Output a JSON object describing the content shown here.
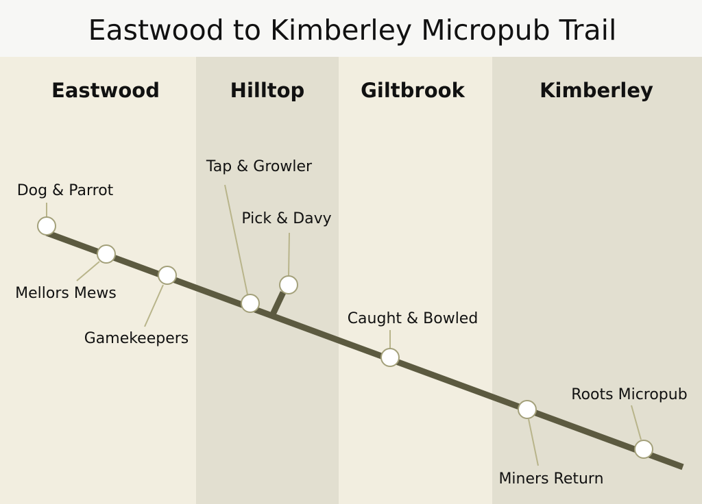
{
  "title": "Eastwood to Kimberley Micropub Trail",
  "colors": {
    "header_background": "#f7f7f5",
    "zone_light": "#f2eee0",
    "zone_dark": "#e2dfd0",
    "track": "#5c5a40",
    "leader_line": "#b8b48a",
    "stop_fill": "#ffffff",
    "stop_outline": "#a3a07a"
  },
  "areas": [
    {
      "name": "Eastwood",
      "shade": "light"
    },
    {
      "name": "Hilltop",
      "shade": "dark"
    },
    {
      "name": "Giltbrook",
      "shade": "light"
    },
    {
      "name": "Kimberley",
      "shade": "dark"
    }
  ],
  "stops": [
    {
      "name": "Dog & Parrot",
      "area": "Eastwood"
    },
    {
      "name": "Mellors Mews",
      "area": "Eastwood"
    },
    {
      "name": "Gamekeepers",
      "area": "Eastwood"
    },
    {
      "name": "Tap & Growler",
      "area": "Hilltop"
    },
    {
      "name": "Pick & Davy",
      "area": "Hilltop",
      "on_branch": true
    },
    {
      "name": "Caught & Bowled",
      "area": "Giltbrook"
    },
    {
      "name": "Miners Return",
      "area": "Kimberley"
    },
    {
      "name": "Roots Micropub",
      "area": "Kimberley"
    }
  ]
}
